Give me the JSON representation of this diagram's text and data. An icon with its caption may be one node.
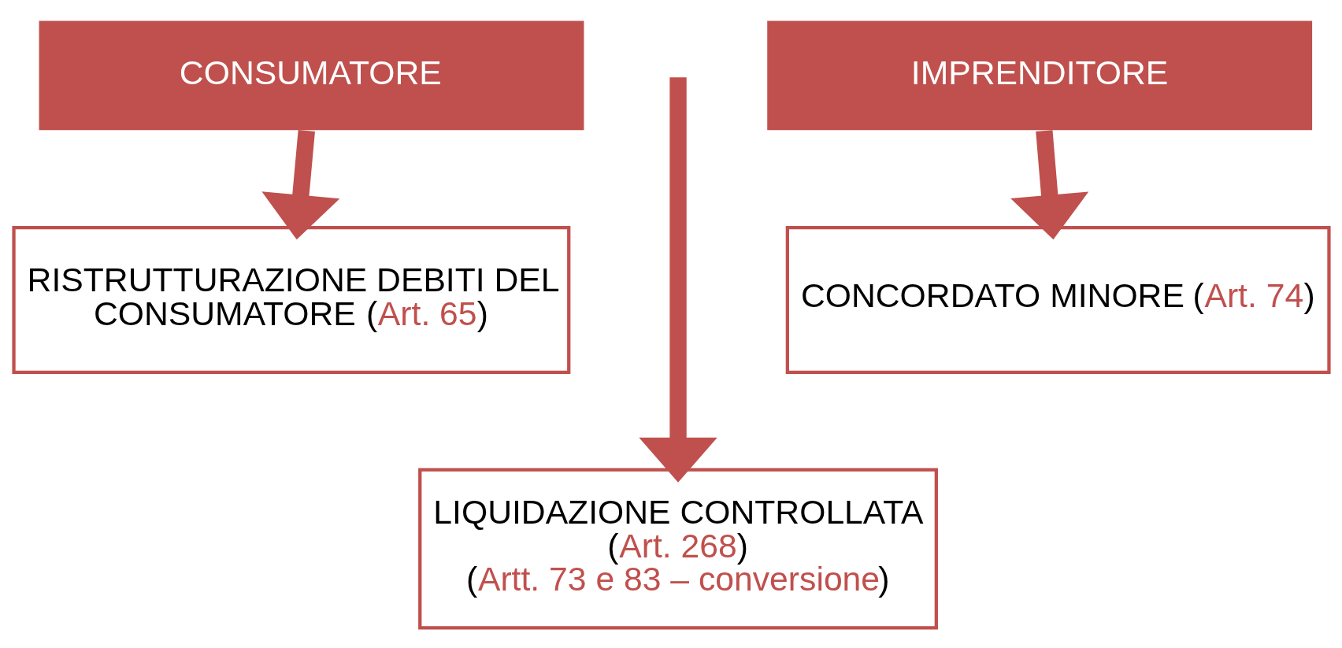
{
  "diagram": {
    "nodes": [
      {
        "text": [
          "CONSUMATORE"
        ]
      },
      {
        "text": [
          "IMPRENDITORE"
        ]
      },
      {
        "text": [
          "RISTRUTTURAZIONE DEBITI DEL CONSUMATORE (Art. 65)"
        ]
      },
      {
        "text": [
          "CONCORDATO MINORE (Art. 74)"
        ]
      },
      {
        "text": [
          "LIQUIDAZIONE CONTROLLATA (Art. 268) (Artt. 73 e 83 – conversione)"
        ]
      }
    ],
    "edges": [
      {
        "from": 0,
        "to": 2,
        "arrow": "to"
      },
      {
        "from": 1,
        "to": 3,
        "arrow": "to"
      },
      {
        "from": null,
        "to": 4,
        "arrow": "to"
      }
    ]
  }
}
